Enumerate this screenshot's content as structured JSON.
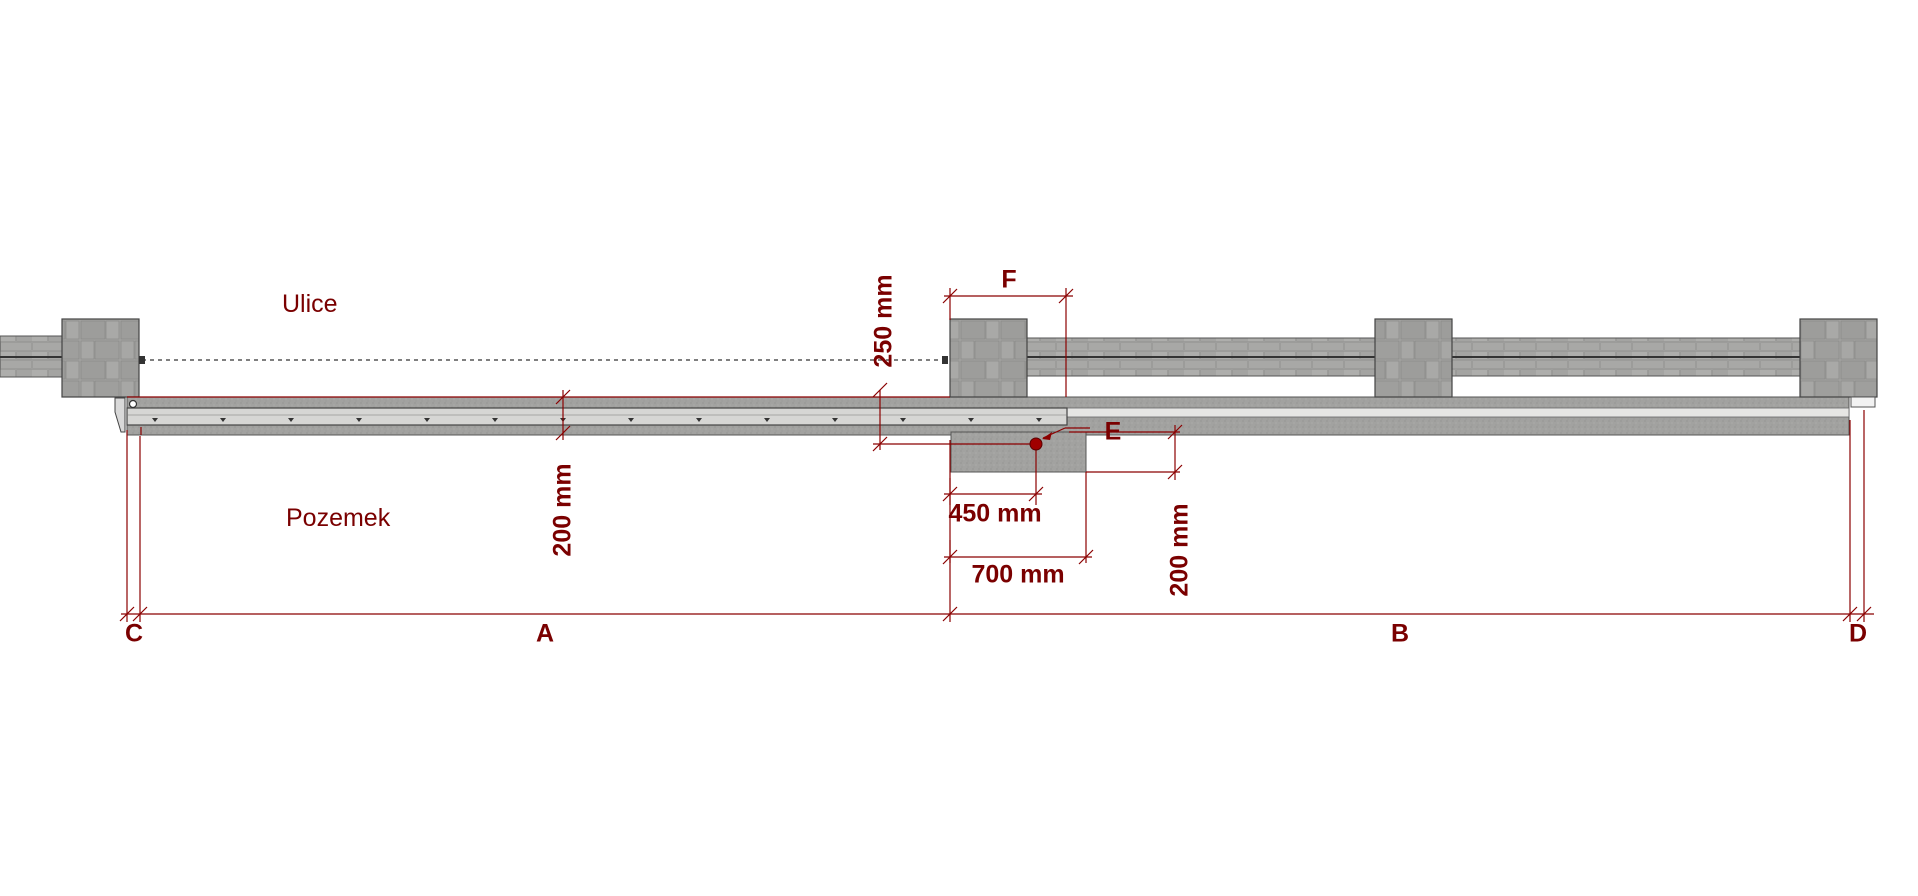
{
  "labels": {
    "street": "Ulice",
    "property": "Pozemek"
  },
  "dimensions": {
    "a": "A",
    "b": "B",
    "c": "C",
    "d": "D",
    "e": "E",
    "f": "F",
    "d250": "250 mm",
    "d200_left": "200 mm",
    "d450": "450 mm",
    "d700": "700 mm",
    "d200_right": "200 mm"
  },
  "colors": {
    "dimension": "#8b0000",
    "concrete": "#a9a9a7",
    "pillar": "#9c9c9a",
    "line": "#333333"
  }
}
